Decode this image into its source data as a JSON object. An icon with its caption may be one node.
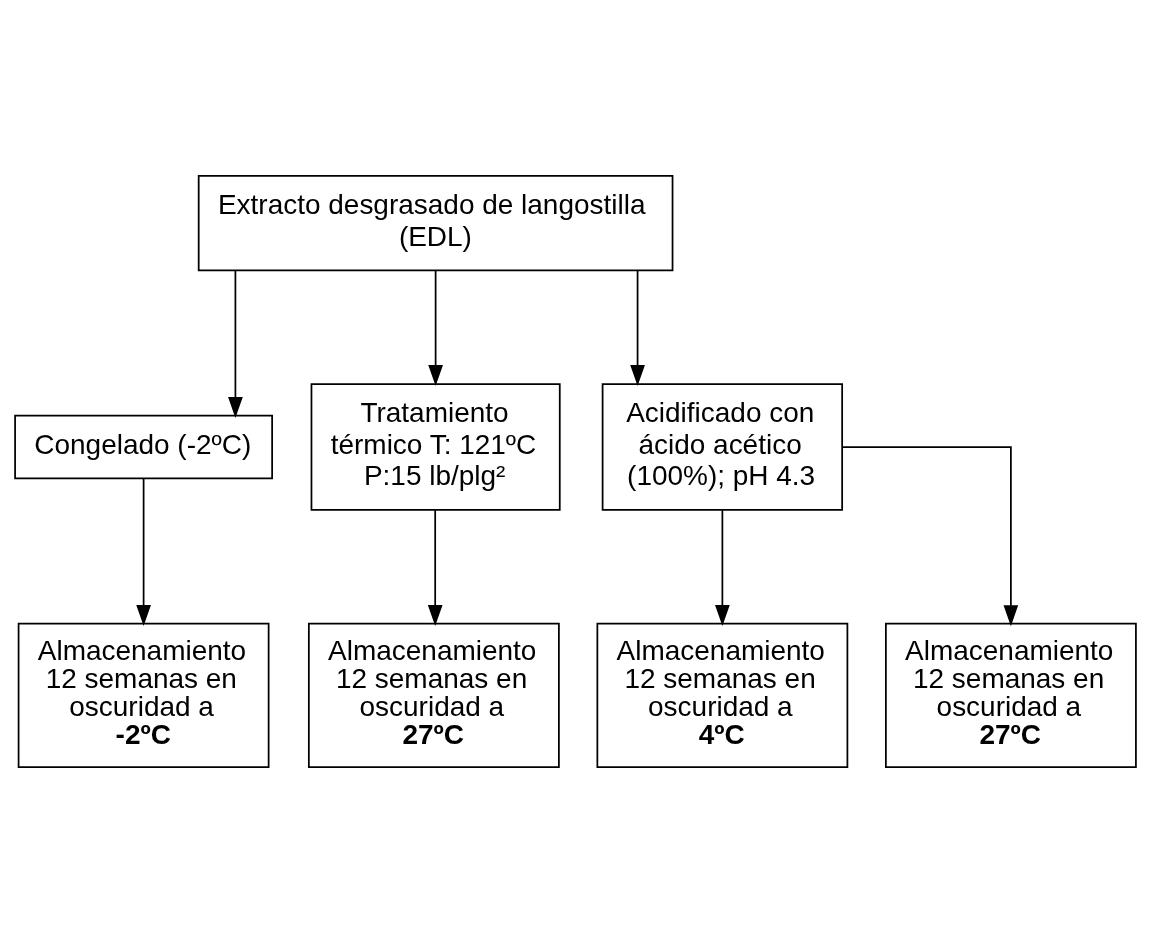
{
  "diagram": {
    "nodes": [
      {
        "text": [
          "Extracto desgrasado de langostilla (EDL)"
        ]
      },
      {
        "text": [
          "Congelado (-2ºC)"
        ]
      },
      {
        "text": [
          "Tratamiento térmico T: 121ºC P:15 lb/plg²"
        ]
      },
      {
        "text": [
          "Acidificado con ácido acético (100%); pH 4.3"
        ]
      },
      {
        "text": [
          "Almacenamiento 12 semanas en oscuridad a",
          "-2ºC"
        ]
      },
      {
        "text": [
          "Almacenamiento 12 semanas en oscuridad a",
          "27ºC"
        ]
      },
      {
        "text": [
          "Almacenamiento 12 semanas en oscuridad a",
          "4ºC"
        ]
      },
      {
        "text": [
          "Almacenamiento 12 semanas en oscuridad a",
          "27ºC"
        ]
      }
    ],
    "edges": [
      {
        "from": 0,
        "to": 1,
        "arrow": "to"
      },
      {
        "from": 0,
        "to": 2,
        "arrow": "to"
      },
      {
        "from": 0,
        "to": 3,
        "arrow": "to"
      },
      {
        "from": 1,
        "to": 4,
        "arrow": "to"
      },
      {
        "from": 2,
        "to": 5,
        "arrow": "to"
      },
      {
        "from": 3,
        "to": 6,
        "arrow": "to"
      },
      {
        "from": 3,
        "to": 7,
        "arrow": "to"
      }
    ]
  }
}
